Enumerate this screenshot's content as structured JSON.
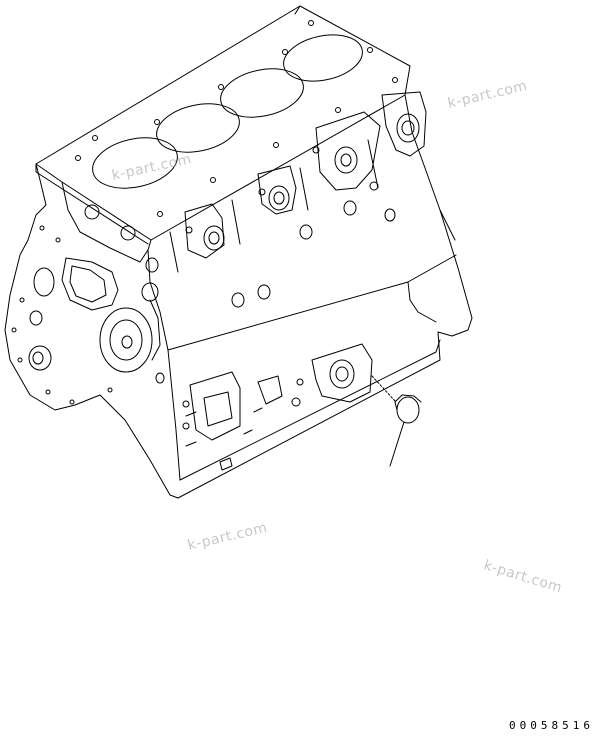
{
  "watermarks": [
    "k-part.com",
    "k-part.com",
    "k-part.com",
    "k-part.com"
  ],
  "figure_number": "00058516",
  "colors": {
    "line": "#000000",
    "background": "#ffffff",
    "watermark": "#9a9a9a"
  }
}
